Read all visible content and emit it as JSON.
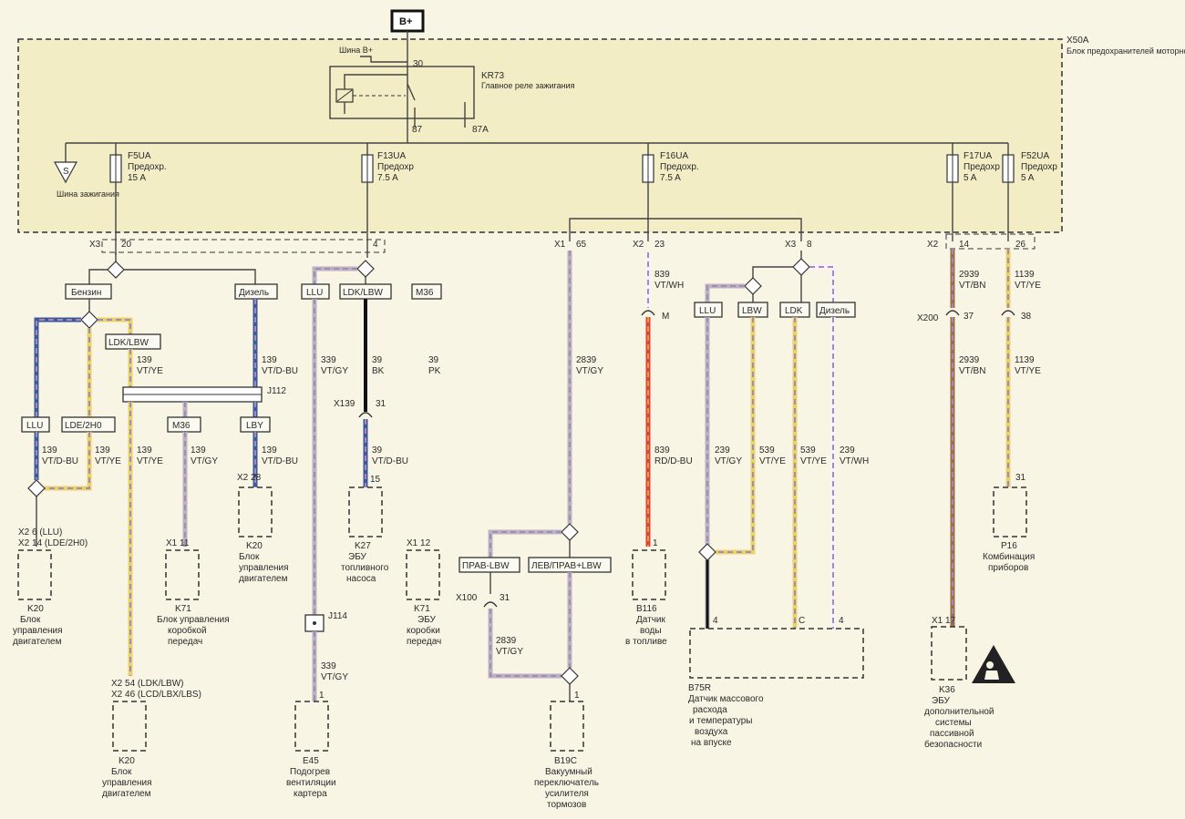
{
  "power": {
    "label": "B+"
  },
  "fusebox": {
    "id": "X50A",
    "name": "Блок предохранителей моторного отсека",
    "bus_label": "Шина B+",
    "pin_30": "30",
    "pin_87": "87",
    "pin_87a": "87A",
    "relay_id": "KR73",
    "relay_name": "Главное реле зажигания",
    "ground_symbol": "S",
    "ground_name": "Шина зажигания"
  },
  "fuses": [
    {
      "id": "F5UA",
      "name": "Предохр.",
      "rating": "15 A"
    },
    {
      "id": "F13UA",
      "name": "Предохр",
      "rating": "7.5 A"
    },
    {
      "id": "F16UA",
      "name": "Предохр.",
      "rating": "7.5 A"
    },
    {
      "id": "F17UA",
      "name": "Предохр",
      "rating": "5 A"
    },
    {
      "id": "F52UA",
      "name": "Предохр",
      "rating": "5 A"
    }
  ],
  "connectors": {
    "x3_20": "X3",
    "p20": "20",
    "p4": "4",
    "x1_65": "X1",
    "p65": "65",
    "x2_23": "X2",
    "p23": "23",
    "x3_8": "X3",
    "p8": "8",
    "x2_14": "X2",
    "p14": "14",
    "p26": "26",
    "x139": "X139",
    "p31a": "31",
    "x200": "X200",
    "p37": "37",
    "p38": "38",
    "x100": "X100",
    "p31b": "31",
    "j112": "J112",
    "j114": "J114",
    "m_label": "M"
  },
  "options": {
    "benzin": "Бензин",
    "dizel": "Дизель",
    "ldk_lbw": "LDK/LBW",
    "llu": "LLU",
    "lde": "LDE/2H0",
    "m36": "M36",
    "lby": "LBY",
    "llu2": "LLU",
    "ldk_lbw2": "LDK/LBW",
    "m36b": "M36",
    "prav": "ПРАВ-LBW",
    "lev": "ЛЕВ/ПРАВ+LBW",
    "llu3": "LLU",
    "lbw": "LBW",
    "ldk": "LDK",
    "dizel2": "Дизель"
  },
  "wires": {
    "w1": "139",
    "w1c": "VT/YE",
    "w2": "139",
    "w2c": "VT/D-BU",
    "w3": "339",
    "w3c": "VT/GY",
    "w4": "39",
    "w4c": "BK",
    "w5": "39",
    "w5c": "PK",
    "w6": "139",
    "w6c": "VT/D-BU",
    "w7": "139",
    "w7c": "VT/YE",
    "w8": "139",
    "w8c": "VT/YE",
    "w9": "139",
    "w9c": "VT/GY",
    "w10": "139",
    "w10c": "VT/D-BU",
    "w11": "39",
    "w11c": "VT/D-BU",
    "w12": "339",
    "w12c": "VT/GY",
    "w13": "2839",
    "w13c": "VT/GY",
    "w14": "2839",
    "w14c": "VT/GY",
    "w15": "839",
    "w15c": "VT/WH",
    "w16": "839",
    "w16c": "RD/D-BU",
    "w17": "239",
    "w17c": "VT/GY",
    "w18": "539",
    "w18c": "VT/YE",
    "w19": "539",
    "w19c": "VT/YE",
    "w20": "239",
    "w20c": "VT/WH",
    "w21": "2939",
    "w21c": "VT/BN",
    "w22": "1139",
    "w22c": "VT/YE",
    "w23": "2939",
    "w23c": "VT/BN",
    "w24": "1139",
    "w24c": "VT/YE"
  },
  "components": {
    "k20a": {
      "pins1": "X2  6 (LLU)",
      "pins2": "X2  14 (LDE/2H0)",
      "id": "K20",
      "l1": "Блок",
      "l2": "управления",
      "l3": "двигателем"
    },
    "k71a": {
      "pins": "X1  11",
      "id": "K71",
      "l1": "Блок управления",
      "l2": "коробкой",
      "l3": "передач"
    },
    "k20b": {
      "pins": "X2  28",
      "id": "K20",
      "l1": "Блок",
      "l2": "управления",
      "l3": "двигателем"
    },
    "k20c": {
      "pins1": "X2  54 (LDK/LBW)",
      "pins2": "X2  46 (LCD/LBX/LBS)",
      "id": "K20",
      "l1": "Блок",
      "l2": "управления",
      "l3": "двигателем"
    },
    "e45": {
      "pin": "1",
      "id": "E45",
      "l1": "Подогрев",
      "l2": "вентиляции",
      "l3": "картера"
    },
    "k27": {
      "pin": "15",
      "id": "K27",
      "l1": "ЭБУ",
      "l2": "топливного",
      "l3": "насоса"
    },
    "k71b": {
      "pins": "X1  12",
      "id": "K71",
      "l1": "ЭБУ",
      "l2": "коробки",
      "l3": "передач"
    },
    "b19c": {
      "pin": "1",
      "id": "B19C",
      "l1": "Вакуумный",
      "l2": "переключатель",
      "l3": "усилителя",
      "l4": "тормозов"
    },
    "b116": {
      "pin": "1",
      "id": "B116",
      "l1": "Датчик",
      "l2": "воды",
      "l3": "в топливе"
    },
    "b75r": {
      "p4a": "4",
      "pc": "C",
      "p4b": "4",
      "id": "B75R",
      "l1": "Датчик массового",
      "l2": "расхода",
      "l3": "и температуры",
      "l4": "воздуха",
      "l5": "на впуске"
    },
    "k36": {
      "pins": "X1  17",
      "id": "K36",
      "l1": "ЭБУ",
      "l2": "дополнительной",
      "l3": "системы",
      "l4": "пассивной",
      "l5": "безопасности"
    },
    "p16": {
      "pin": "31",
      "id": "P16",
      "l1": "Комбинация",
      "l2": "приборов"
    }
  },
  "colors": {
    "violet": "#a58ab8",
    "yellow": "#e8d36a",
    "blue": "#3c5a9a",
    "gray": "#b9b4bf",
    "red": "#d9453a",
    "orange": "#e89a3a",
    "white": "#f6f2ff",
    "brown": "#9a6e48"
  }
}
